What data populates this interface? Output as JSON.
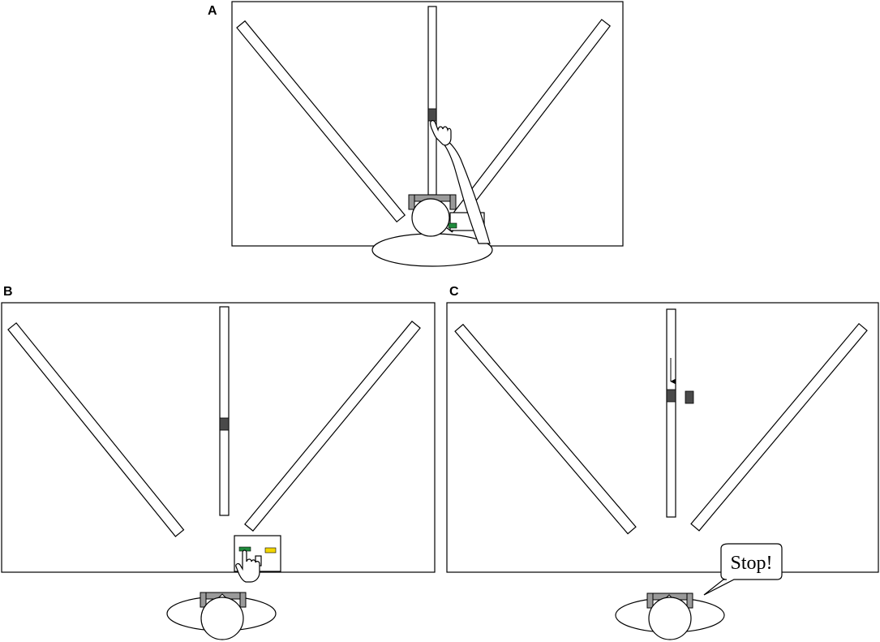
{
  "panels": [
    {
      "label": "A"
    },
    {
      "label": "B"
    },
    {
      "label": "C"
    }
  ],
  "speech_bubble": {
    "text": "Stop!"
  },
  "colors": {
    "target_block": "#4a4a4a",
    "green_button": "#1f8a3c",
    "yellow_button": "#f2d600",
    "outline": "#000000",
    "device_fill": "#9a9a9a"
  },
  "icons": {
    "hand_pointer": "hand-pointer-icon",
    "arrow_down": "arrow-down-icon"
  }
}
